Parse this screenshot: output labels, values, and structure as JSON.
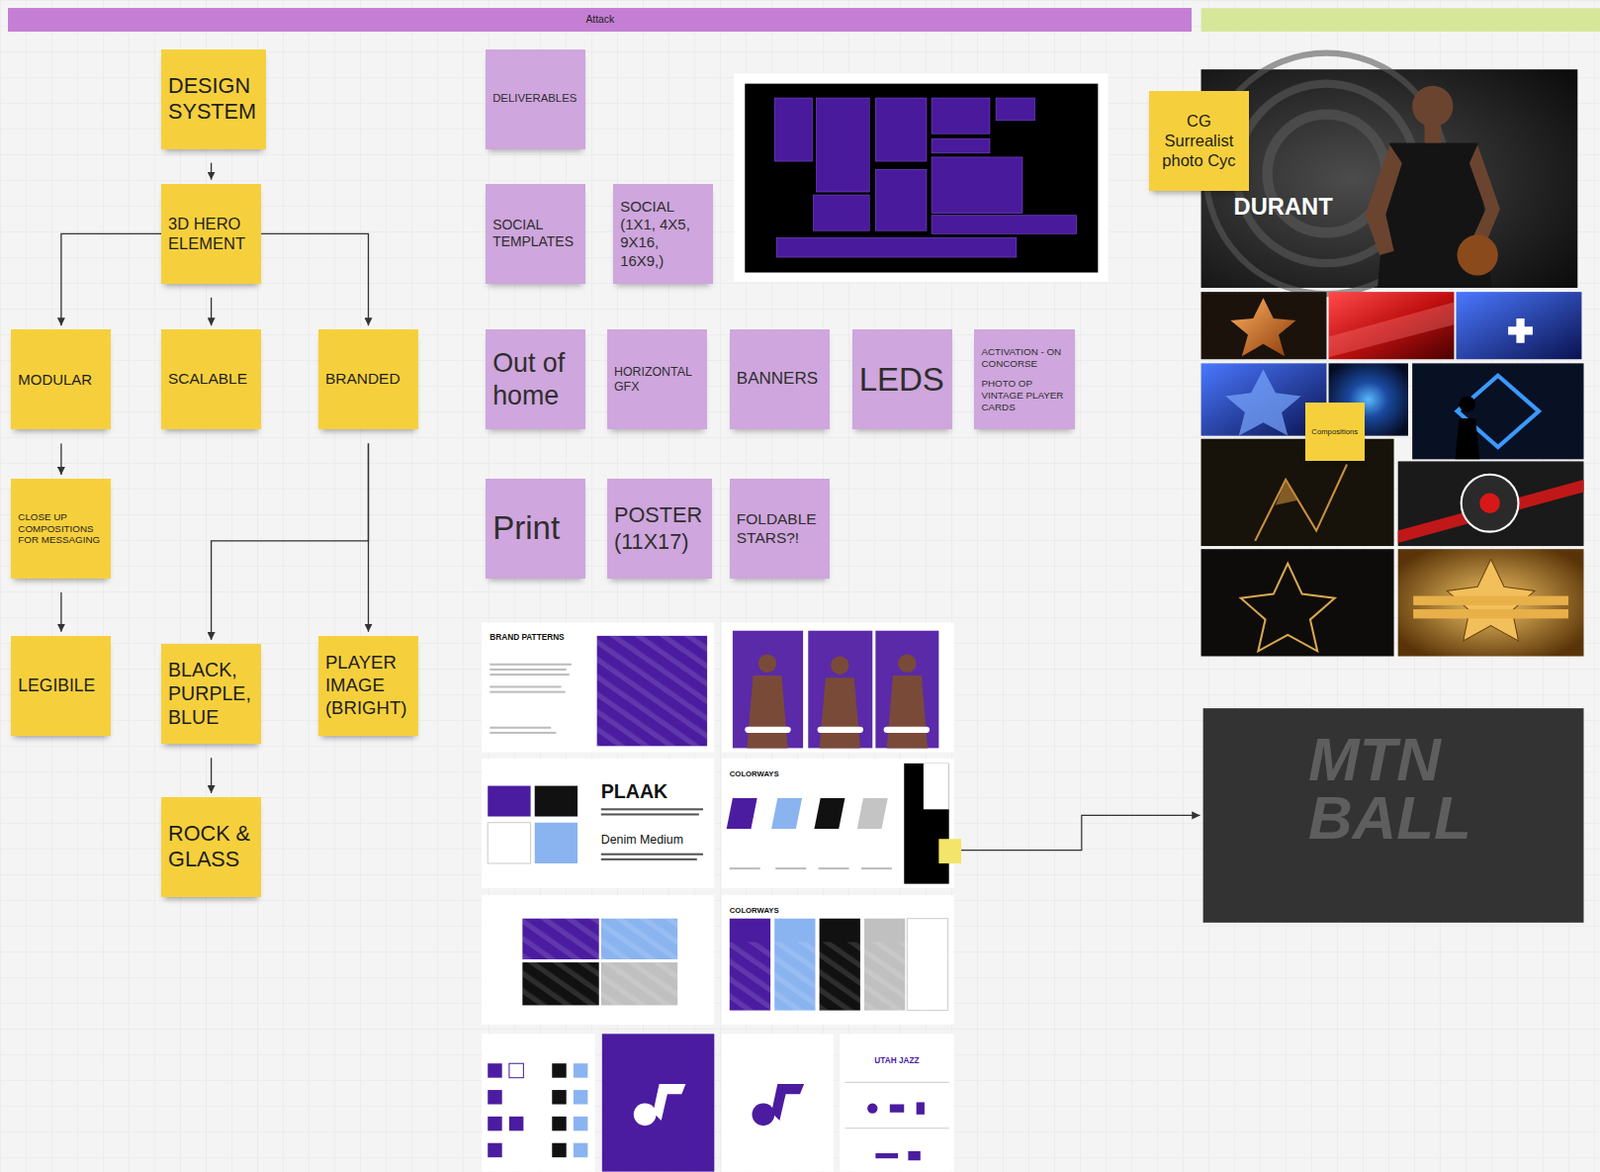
{
  "diagram": {
    "nodes": [
      {
        "text": [
          "Attack"
        ]
      },
      {
        "text": [
          "DESIGN SYSTEM"
        ]
      },
      {
        "text": [
          "3D HERO ELEMENT"
        ]
      },
      {
        "text": [
          "MODULAR"
        ]
      },
      {
        "text": [
          "SCALABLE"
        ]
      },
      {
        "text": [
          "BRANDED"
        ]
      },
      {
        "text": [
          "CLOSE UP COMPOSITIONS FOR MESSAGING"
        ]
      },
      {
        "text": [
          "LEGIBILE"
        ]
      },
      {
        "text": [
          "BLACK, PURPLE, BLUE"
        ]
      },
      {
        "text": [
          "PLAYER IMAGE (BRIGHT)"
        ]
      },
      {
        "text": [
          "ROCK & GLASS"
        ]
      },
      {
        "text": [
          "DELIVERABLES"
        ]
      },
      {
        "text": [
          "SOCIAL TEMPLATES"
        ]
      },
      {
        "text": [
          "SOCIAL (1X1, 4X5, 9X16, 16X9,)"
        ]
      },
      {
        "text": [
          "Out of home"
        ]
      },
      {
        "text": [
          "HORIZONTAL GFX"
        ]
      },
      {
        "text": [
          "BANNERS"
        ]
      },
      {
        "text": [
          "LEDS"
        ]
      },
      {
        "text": [
          "ACTIVATION - ON CONCORSE",
          "PHOTO OP VINTAGE PLAYER CARDS"
        ]
      },
      {
        "text": [
          "Print"
        ]
      },
      {
        "text": [
          "POSTER (11X17)"
        ]
      },
      {
        "text": [
          "FOLDABLE STARS?!"
        ]
      },
      {
        "text": [
          "CG Surrealist photo Cyc"
        ]
      },
      {
        "text": [
          "Compositions"
        ]
      }
    ],
    "edges": [
      {
        "from": 1,
        "to": 2,
        "arrow": "to"
      },
      {
        "from": 2,
        "to": 3,
        "arrow": "to"
      },
      {
        "from": 2,
        "to": 4,
        "arrow": "to"
      },
      {
        "from": 2,
        "to": 5,
        "arrow": "to"
      },
      {
        "from": 3,
        "to": 6,
        "arrow": "to"
      },
      {
        "from": 6,
        "to": 7,
        "arrow": "to"
      },
      {
        "from": 5,
        "to": 8,
        "arrow": "to"
      },
      {
        "from": 5,
        "to": 9,
        "arrow": "to"
      },
      {
        "from": 8,
        "to": 10,
        "arrow": "to"
      }
    ],
    "labels": [
      "DURANT",
      "BRAND PATTERNS",
      "PLAAK",
      "Denim Medium",
      "COLORWAYS",
      "COLORWAYS",
      "UTAH JAZZ",
      "MTN BALL"
    ]
  }
}
